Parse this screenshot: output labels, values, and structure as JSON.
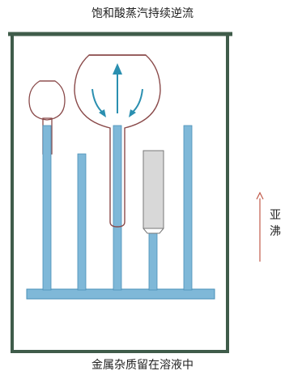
{
  "labels": {
    "top": "饱和酸蒸汽持续逆流",
    "bottom": "金属杂质留在溶液中",
    "side": "亚沸"
  },
  "colors": {
    "frame": "#3f5c4a",
    "rod": "#7fb8d8",
    "rod_edge": "#4a90b8",
    "flask_outline": "#8a4a4a",
    "arrow": "#2a8fb0",
    "side_arrow": "#c05a4a",
    "plug": "#d8d8d8"
  }
}
